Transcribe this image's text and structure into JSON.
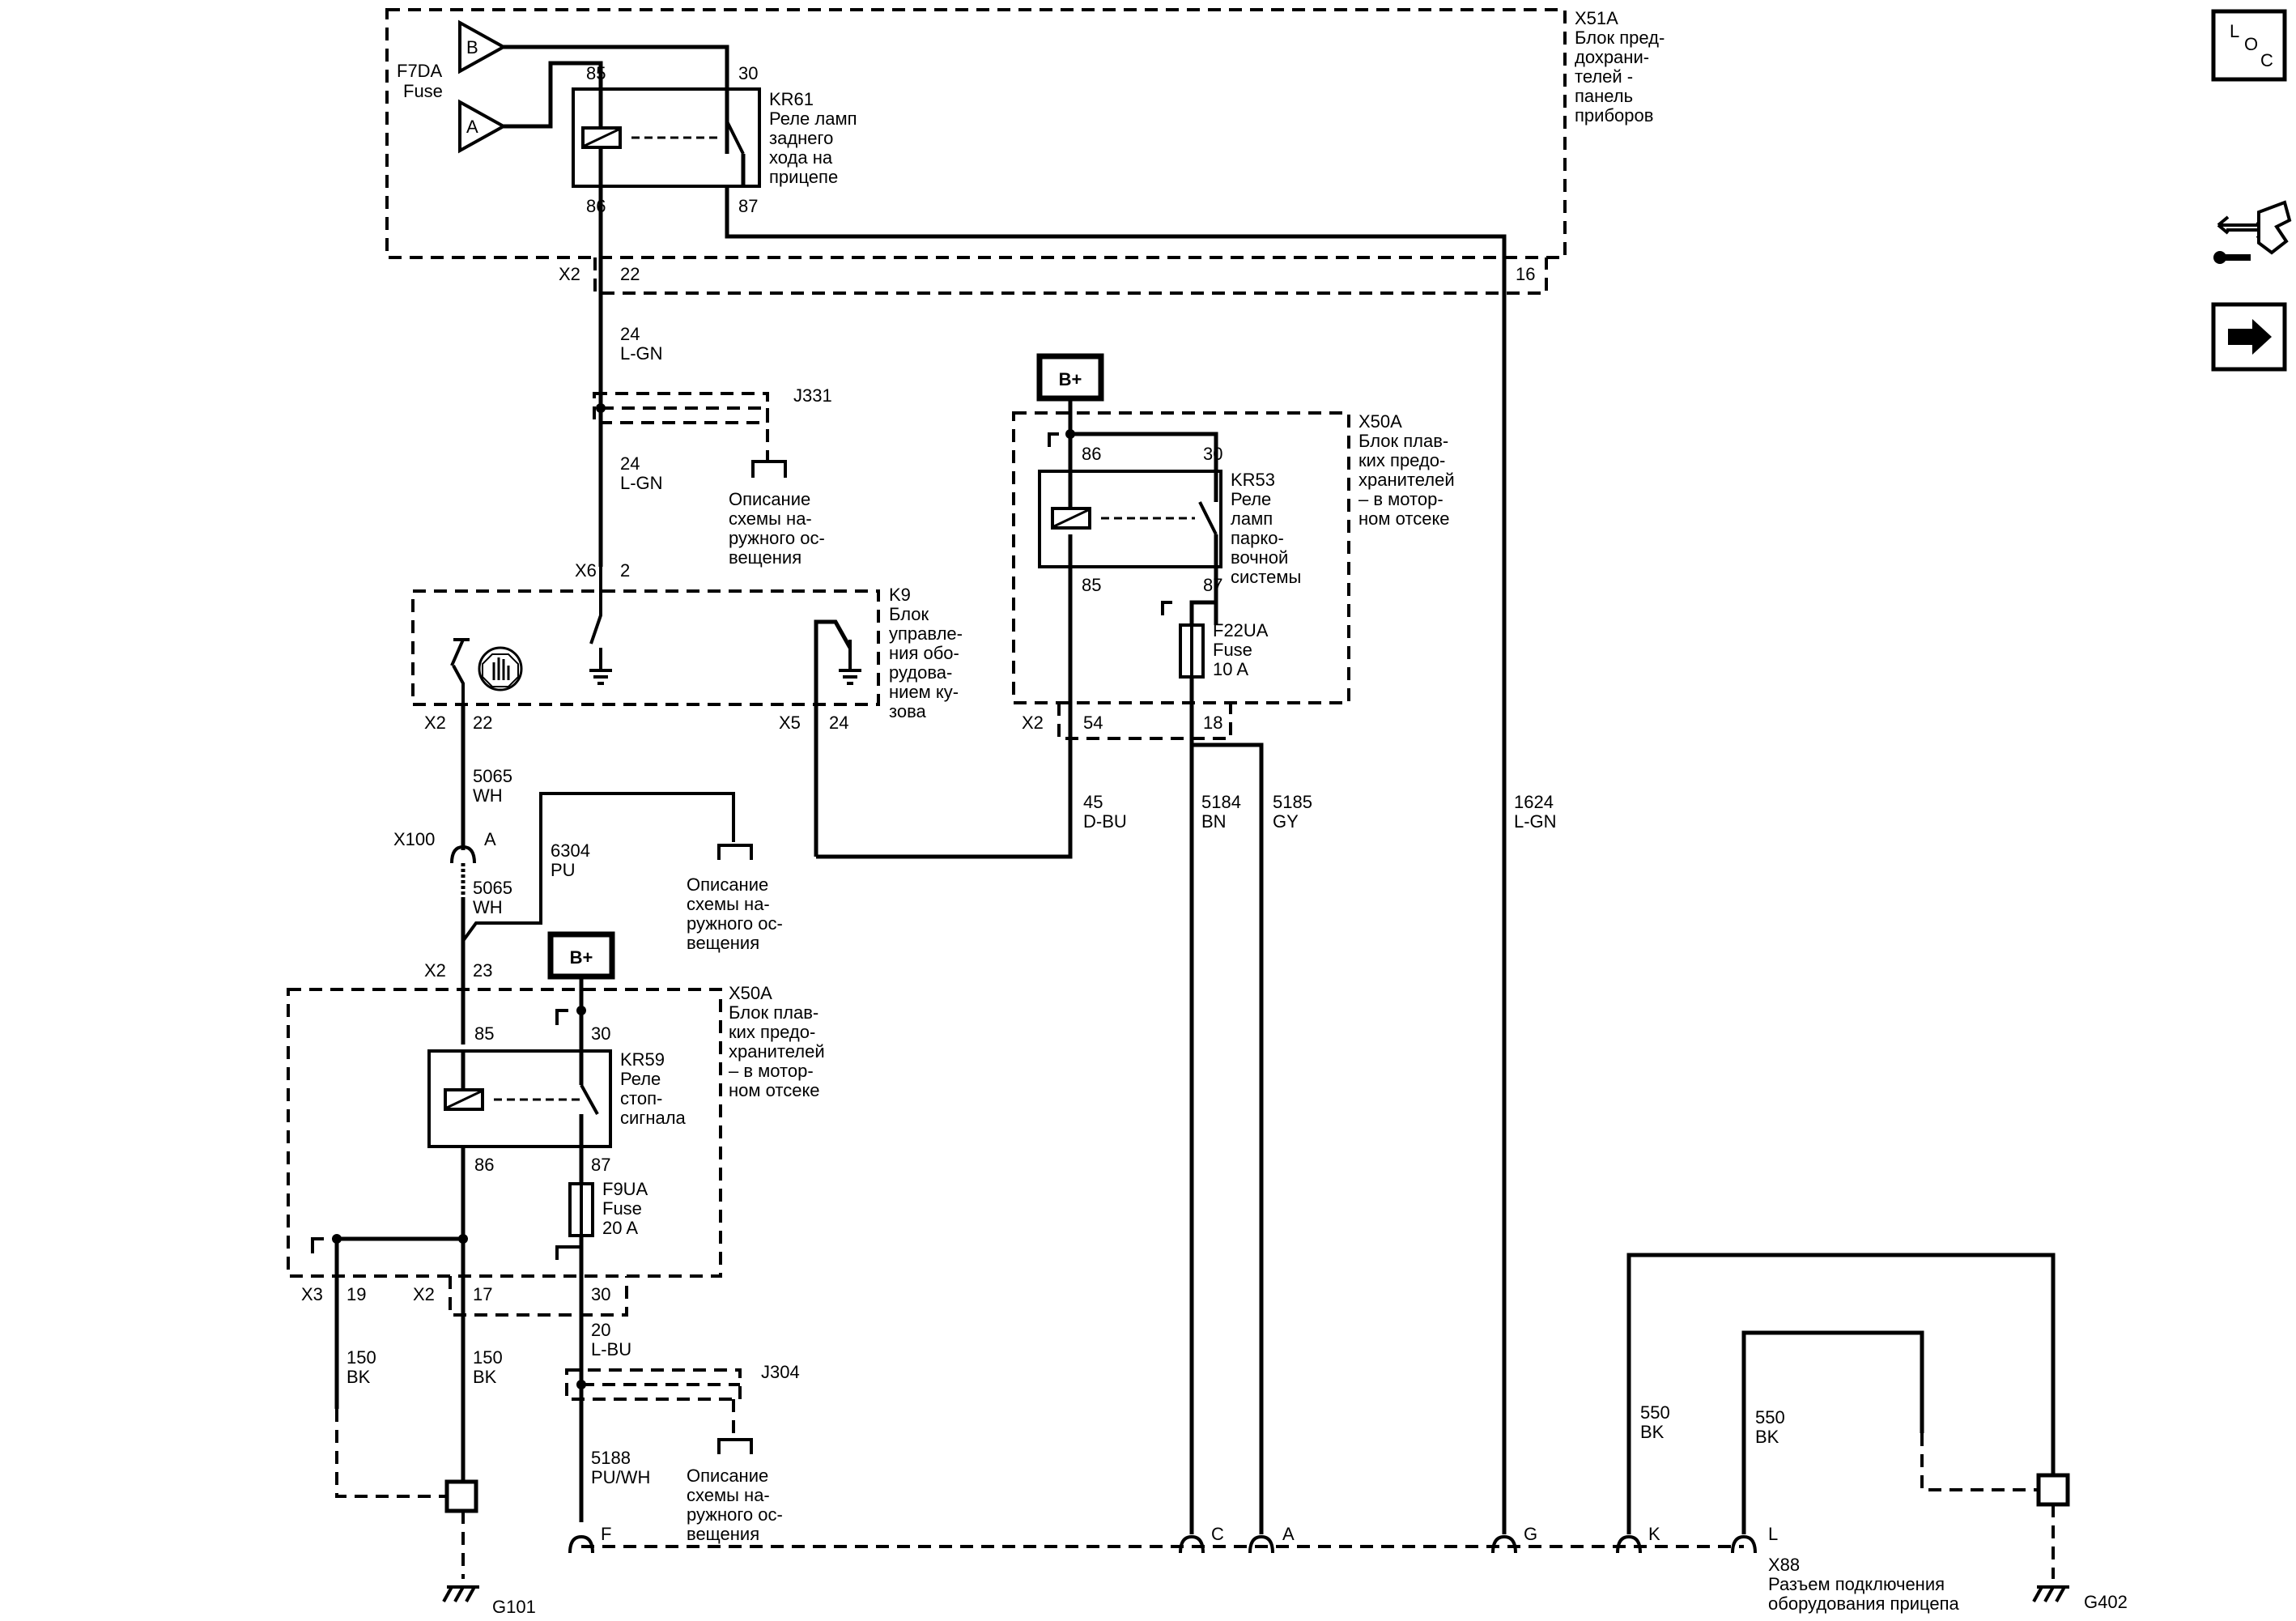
{
  "x51a": {
    "id": "X51A",
    "desc": [
      "Блок пред-",
      "дохрани-",
      "телей -",
      "панель",
      "приборов"
    ]
  },
  "f7da": {
    "name": "F7DA",
    "fuse": "Fuse",
    "pin_b": "B",
    "pin_a": "A"
  },
  "kr61": {
    "name": "KR61",
    "desc": [
      "Реле ламп",
      "заднего",
      "хода на",
      "прицепе"
    ],
    "p85": "85",
    "p30": "30",
    "p86": "86",
    "p87": "87"
  },
  "x2_top": {
    "label": "X2",
    "pin22": "22",
    "pin16": "16"
  },
  "w24a": {
    "num": "24",
    "color": "L-GN"
  },
  "j331": {
    "id": "J331"
  },
  "ext1": [
    "Описание",
    "схемы на-",
    "ружного ос-",
    "вещения"
  ],
  "w24b": {
    "num": "24",
    "color": "L-GN"
  },
  "k9": {
    "name": "K9",
    "desc": [
      "Блок",
      "управле-",
      "ния обо-",
      "рудова-",
      "нием ку-",
      "зова"
    ],
    "x6": "X6",
    "pin2": "2",
    "x2": "X2",
    "pin22": "22",
    "x5": "X5",
    "pin24": "24"
  },
  "bplus": "B+",
  "x50a_top": {
    "id": "X50A",
    "desc": [
      "Блок плав-",
      "ких предо-",
      "хранителей",
      "– в мотор-",
      "ном отсеке"
    ]
  },
  "kr53": {
    "name": "KR53",
    "desc": [
      "Реле",
      "ламп",
      "парко-",
      "вочной",
      "системы"
    ],
    "p86": "86",
    "p30": "30",
    "p85": "85",
    "p87": "87"
  },
  "f22ua": {
    "name": "F22UA",
    "fuse": "Fuse",
    "rating": "10 A"
  },
  "x2_mid": {
    "label": "X2",
    "pin54": "54",
    "pin18": "18"
  },
  "w5065a": {
    "num": "5065",
    "color": "WH"
  },
  "x100": {
    "id": "X100",
    "pin": "A"
  },
  "w6304": {
    "num": "6304",
    "color": "PU"
  },
  "ext2": [
    "Описание",
    "схемы на-",
    "ружного ос-",
    "вещения"
  ],
  "w5065b": {
    "num": "5065",
    "color": "WH"
  },
  "w45": {
    "num": "45",
    "color": "D-BU"
  },
  "w5184": {
    "num": "5184",
    "color": "BN"
  },
  "w5185": {
    "num": "5185",
    "color": "GY"
  },
  "w1624": {
    "num": "1624",
    "color": "L-GN"
  },
  "x2_k": {
    "label": "X2",
    "pin": "23"
  },
  "x50a_bot": {
    "id": "X50A",
    "desc": [
      "Блок плав-",
      "ких предо-",
      "хранителей",
      "– в мотор-",
      "ном отсеке"
    ]
  },
  "kr59": {
    "name": "KR59",
    "desc": [
      "Реле",
      "стоп-",
      "сигнала"
    ],
    "p85": "85",
    "p30": "30",
    "p86": "86",
    "p87": "87"
  },
  "f9ua": {
    "name": "F9UA",
    "fuse": "Fuse",
    "rating": "20 A"
  },
  "x3": {
    "label": "X3",
    "pin": "19"
  },
  "x2_bot": {
    "label": "X2",
    "pin17": "17",
    "pin30": "30"
  },
  "w20": {
    "num": "20",
    "color": "L-BU"
  },
  "j304": {
    "id": "J304"
  },
  "w150a": {
    "num": "150",
    "color": "BK"
  },
  "w150b": {
    "num": "150",
    "color": "BK"
  },
  "w5188": {
    "num": "5188",
    "color": "PU/WH"
  },
  "ext3": [
    "Описание",
    "схемы на-",
    "ружного ос-",
    "вещения"
  ],
  "w550a": {
    "num": "550",
    "color": "BK"
  },
  "w550b": {
    "num": "550",
    "color": "BK"
  },
  "x88": {
    "id": "X88",
    "desc": [
      "Разъем подключения",
      "оборудования прицепа"
    ],
    "pins": [
      "F",
      "C",
      "A",
      "G",
      "K",
      "L"
    ]
  },
  "g101": "G101",
  "g402": "G402",
  "sidebar": {
    "loc_l": "L",
    "loc_o": "O",
    "loc_c": "C"
  }
}
